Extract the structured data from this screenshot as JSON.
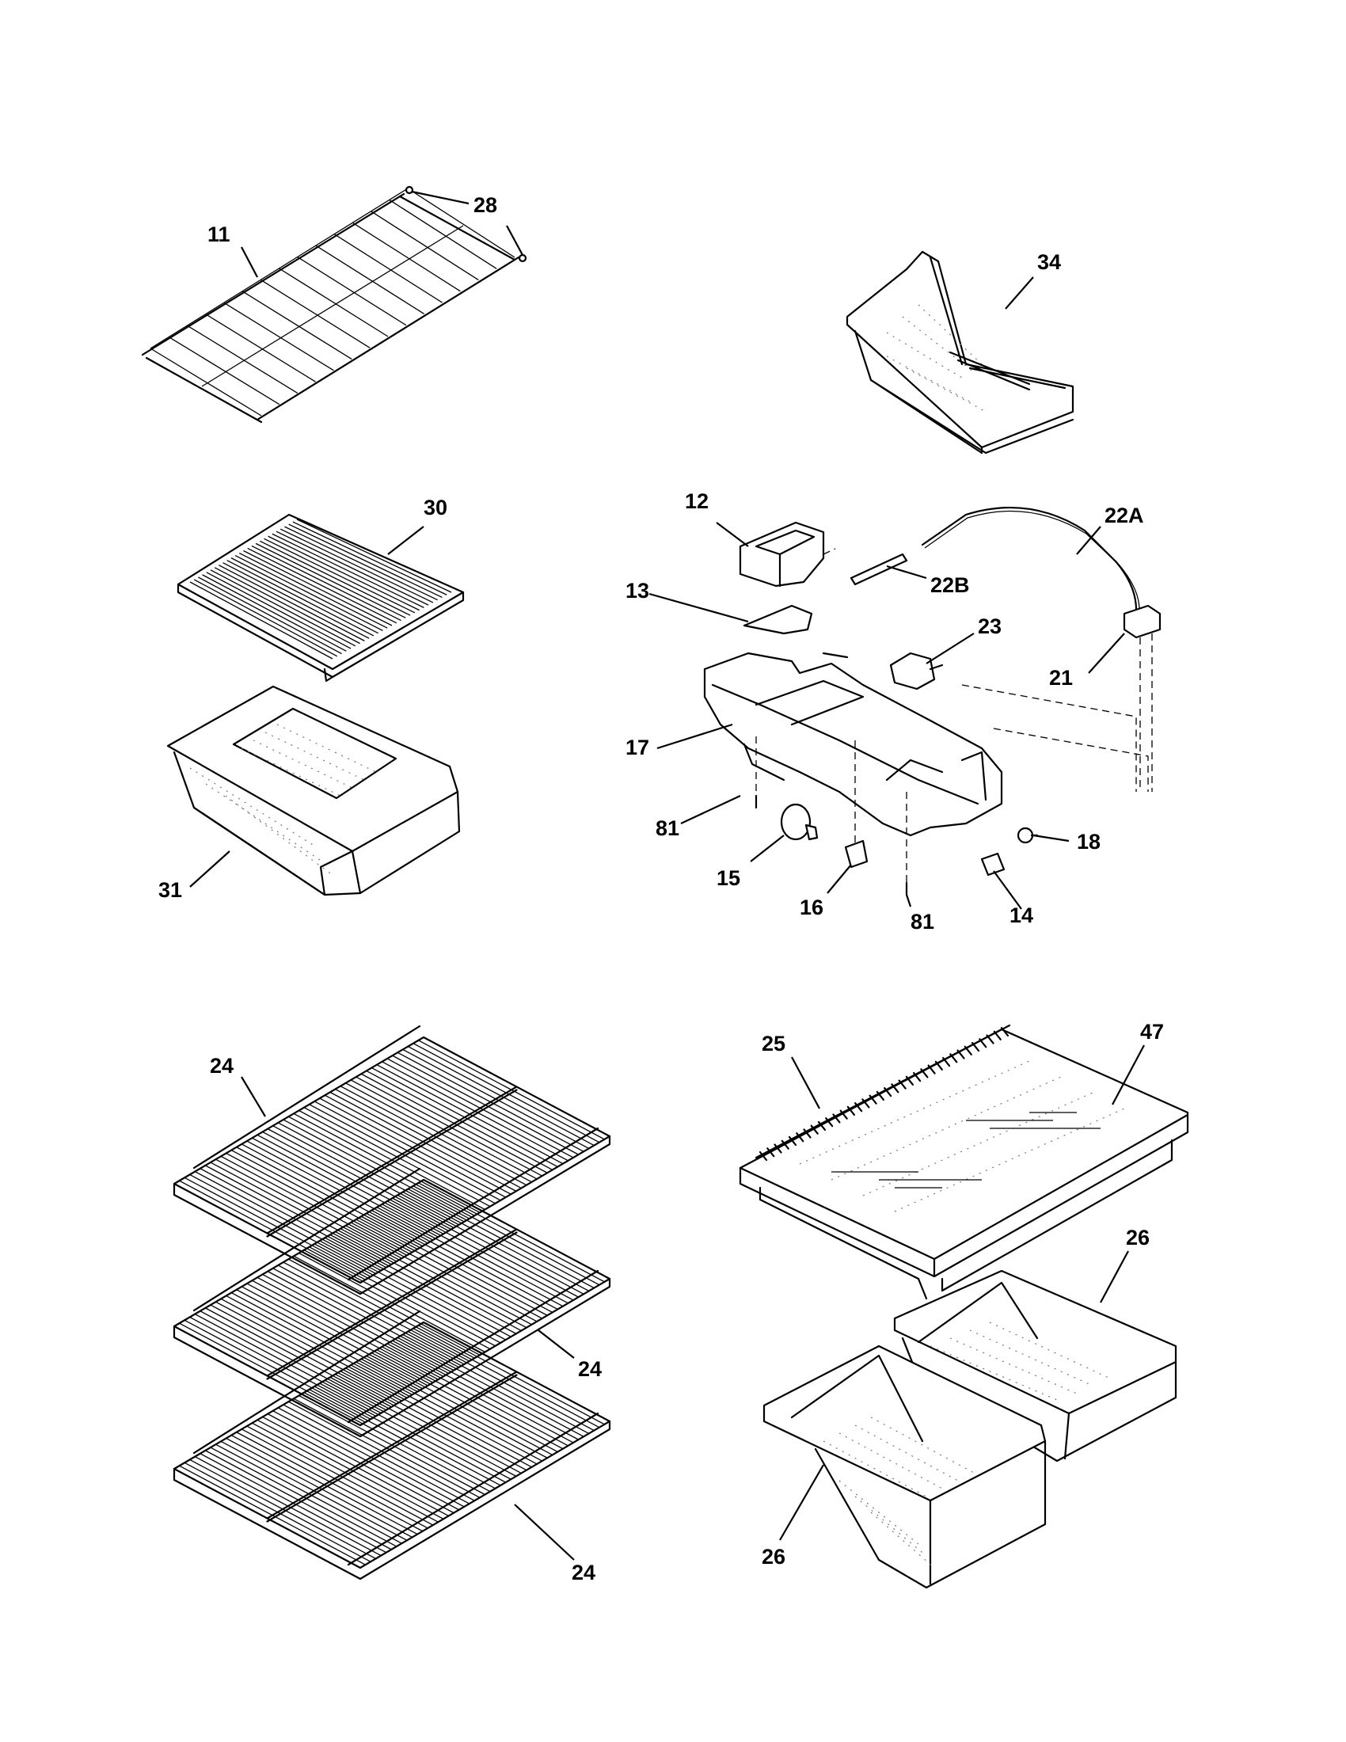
{
  "callouts": {
    "c11": "11",
    "c28": "28",
    "c34": "34",
    "c30": "30",
    "c31": "31",
    "c12": "12",
    "c22A": "22A",
    "c13": "13",
    "c22B": "22B",
    "c23": "23",
    "c21": "21",
    "c17": "17",
    "c81a": "81",
    "c81b": "81",
    "c18": "18",
    "c15": "15",
    "c16": "16",
    "c14": "14",
    "c24a": "24",
    "c24b": "24",
    "c24c": "24",
    "c25": "25",
    "c47": "47",
    "c26a": "26",
    "c26b": "26"
  }
}
